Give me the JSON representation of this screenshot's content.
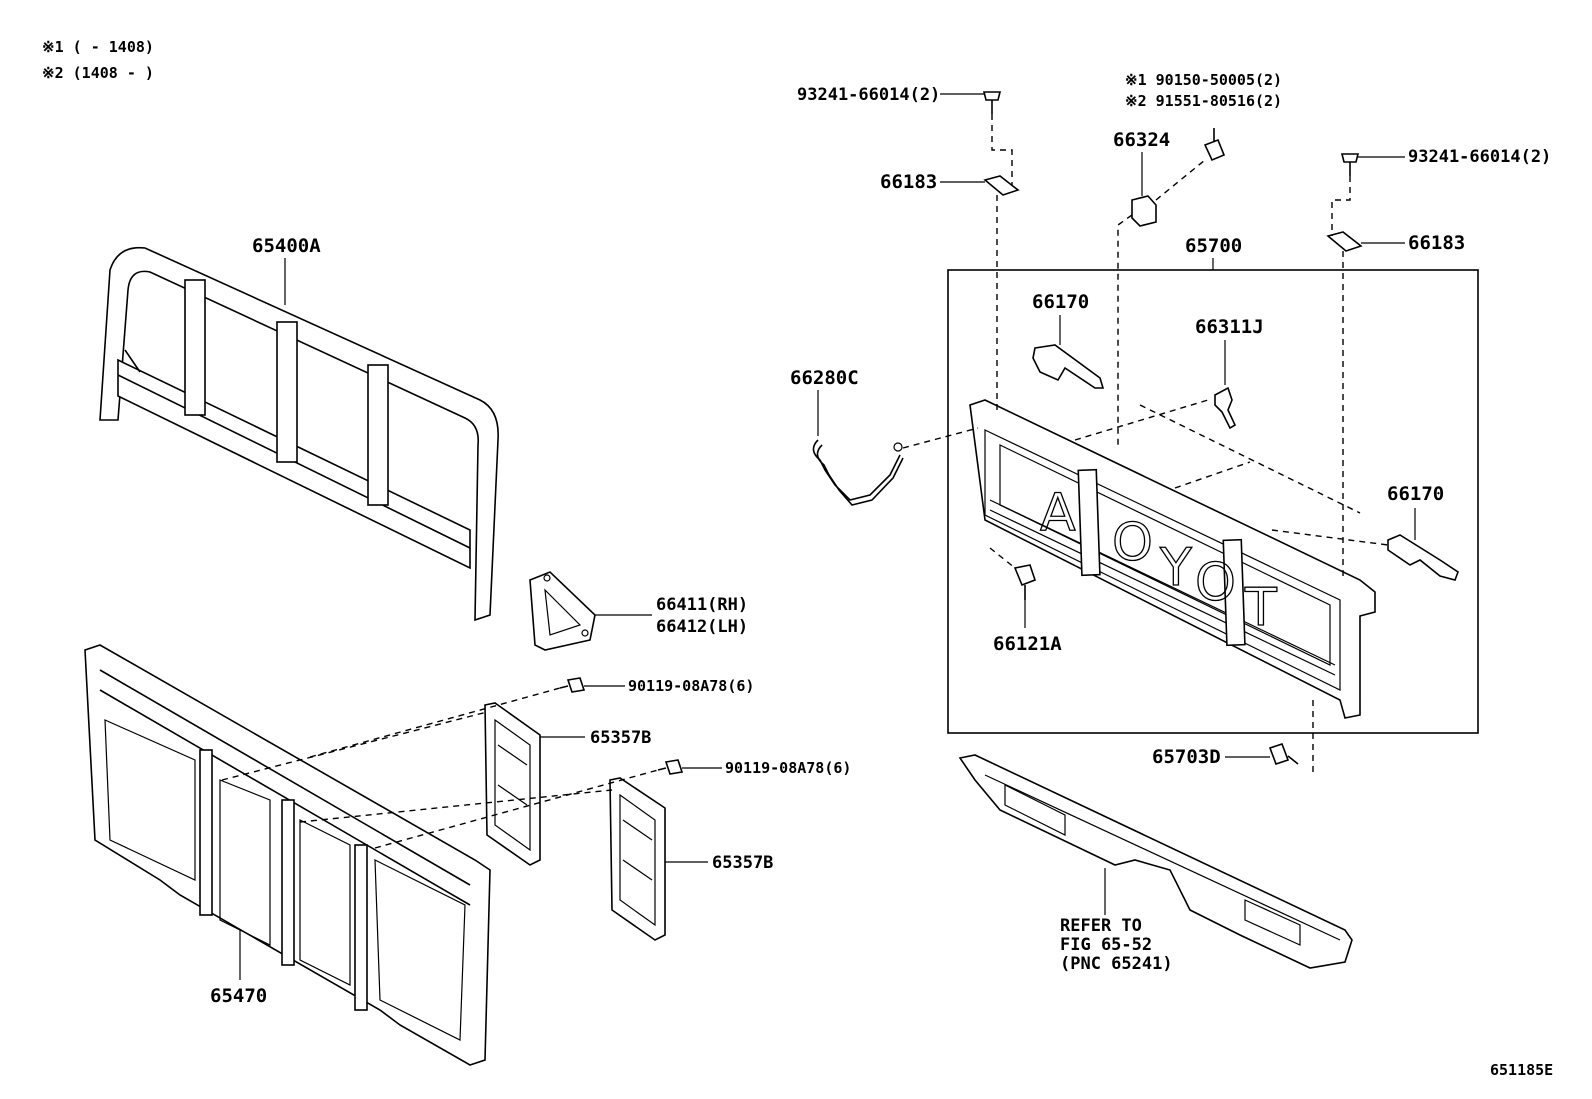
{
  "notes": {
    "note1": "※1 (    - 1408)",
    "note2": "※2 (1408 -    )"
  },
  "labels": {
    "p93241_left": "93241-66014(2)",
    "p93241_right": "93241-66014(2)",
    "p90150": "※1 90150-50005(2)",
    "p91551": "※2 91551-80516(2)",
    "p66324": "66324",
    "p66183_left": "66183",
    "p66183_right": "66183",
    "p65700": "65700",
    "p65400A": "65400A",
    "p66170_top": "66170",
    "p66311J": "66311J",
    "p66280C": "66280C",
    "p66170_right": "66170",
    "p66411": "66411(RH)",
    "p66412": "66412(LH)",
    "p66121A": "66121A",
    "p90119_top": "90119-08A78(6)",
    "p90119_bottom": "90119-08A78(6)",
    "p65357B_top": "65357B",
    "p65357B_bottom": "65357B",
    "p65703D": "65703D",
    "p65470": "65470",
    "refer1": "REFER TO",
    "refer2": "FIG 65-52",
    "refer3": "(PNC 65241)",
    "figure_id": "651185E"
  }
}
